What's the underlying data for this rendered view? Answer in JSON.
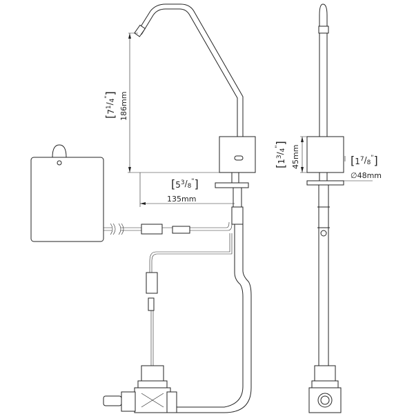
{
  "dimensions": {
    "spout_height": {
      "metric": "186mm",
      "whole": "7",
      "num": "1",
      "den": "4",
      "inch": "\""
    },
    "spout_reach": {
      "metric": "135mm",
      "whole": "5",
      "num": "3",
      "den": "8",
      "inch": "\""
    },
    "body_height": {
      "metric": "45mm",
      "whole": "1",
      "num": "3",
      "den": "4",
      "inch": "\""
    },
    "body_diameter": {
      "metric": "48mm",
      "symbol": "∅",
      "whole": "1",
      "num": "7",
      "den": "8",
      "inch": "\""
    }
  }
}
